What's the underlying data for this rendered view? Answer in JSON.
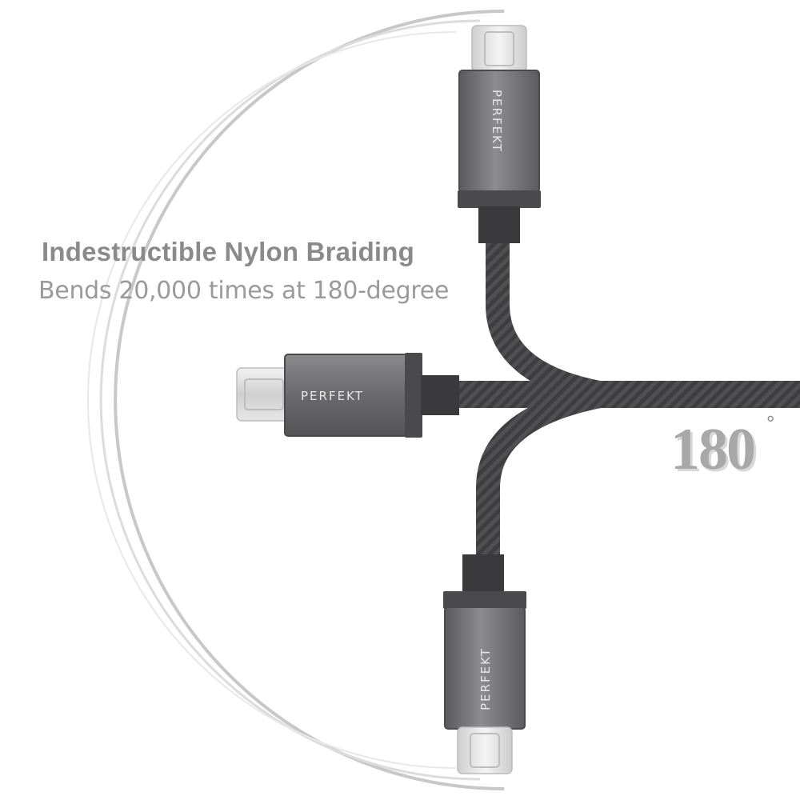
{
  "headline": "Indestructible Nylon Braiding",
  "subline": "Bends 20,000 times at 180-degree",
  "angle": {
    "number": "180",
    "symbol": "°"
  },
  "brand_marks": {
    "top_connector": "PERFEKT",
    "middle_connector": "PERFEKT",
    "bottom_connector": "PERFEKT"
  },
  "colors": {
    "cable": "#4a4a4c",
    "connector_housing": "#6e6e70",
    "metal_tip": "#d9d9d9",
    "text_gray": "#8a8a8a"
  }
}
